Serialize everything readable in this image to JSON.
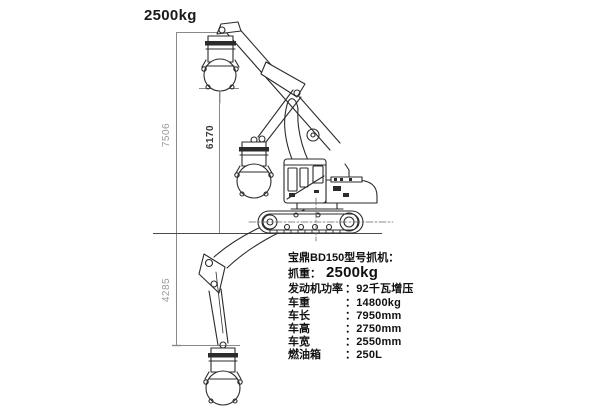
{
  "title": "2500kg",
  "dimensions": {
    "total_height": "7506",
    "grab_height": "6170",
    "lower_depth": "4285"
  },
  "specs": {
    "heading": "宝鼎BD150型号抓机：",
    "grab_weight_label": "抓重：",
    "grab_weight_value": "2500kg",
    "rows": [
      {
        "label": "发动机功率",
        "value": "：92千瓦增压"
      },
      {
        "label": "车重",
        "value": "：14800kg"
      },
      {
        "label": "车长",
        "value": "：7950mm"
      },
      {
        "label": "车高",
        "value": "：2750mm"
      },
      {
        "label": "车宽",
        "value": "：2550mm"
      },
      {
        "label": "燃油箱",
        "value": "：250L"
      }
    ]
  },
  "colors": {
    "line": "#2b2b2b",
    "dim_line": "#7a7a7a",
    "dim_text_gray": "#9a9a9a",
    "dim_text_dark": "#3a3a3a",
    "text": "#111111",
    "background": "#ffffff"
  }
}
